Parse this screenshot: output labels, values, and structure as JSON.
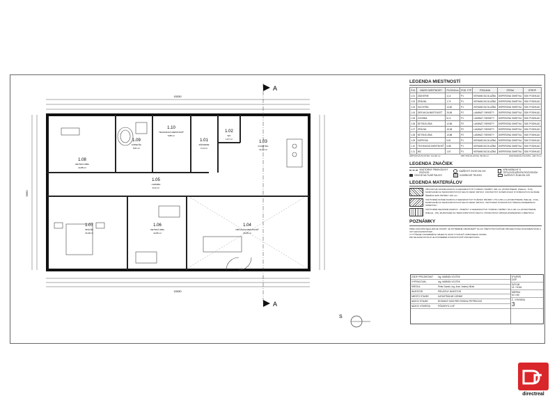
{
  "rooms": [
    {
      "num": "1.08",
      "name": "DETSKÁ IZBA",
      "area": "13,88 m²"
    },
    {
      "num": "1.09",
      "name": "KÚPEĽŇA",
      "area": "5,81 m²"
    },
    {
      "num": "1.10",
      "name": "TECHNICKÁ MIESTNOSŤ",
      "area": "5,88 m²"
    },
    {
      "num": "1.01",
      "name": "ZÁDVERIE",
      "area": "4,14 m²"
    },
    {
      "num": "1.02",
      "name": "WC",
      "area": "1,67 m²"
    },
    {
      "num": "1.03",
      "name": "KUCHYŇA",
      "area": "14,60 m²"
    },
    {
      "num": "1.05",
      "name": "CHODBA",
      "area": "8,12 m²"
    },
    {
      "num": "1.07",
      "name": "SPÁLŇA",
      "area": "15,38 m²"
    },
    {
      "num": "1.06",
      "name": "DETSKÁ IZBA",
      "area": "12,86 m²"
    },
    {
      "num": "1.04",
      "name": "OBÝVACIA MIESTNOSŤ",
      "area": "25,65 m²"
    }
  ],
  "section_marks": [
    "A",
    "A"
  ],
  "north_mark": "S",
  "dims": {
    "top_total": "15330",
    "left_total": "9950",
    "bottom_total": "15330"
  },
  "legend": {
    "rooms_title": "LEGENDA MIESTNOSTÍ",
    "table_headers": [
      "Č.M.",
      "NÁZOV MIESTNOSTI",
      "PLOCHA m²",
      "POD. TYP",
      "PODLAHA",
      "STENA",
      "STROP"
    ],
    "table_rows": [
      [
        "1.01",
        "ZÁDVERIE",
        "4,14",
        "P1",
        "KERAMICKÁ DLAŽBA",
        "DISPERZNÁ OMIETKA",
        "SDK PODHĽAD"
      ],
      [
        "1.02",
        "SPÁLŇA",
        "1,70",
        "P1",
        "KERAMICKÁ DLAŽBA",
        "DISPERZNÁ OMIETKA",
        "SDK PODHĽAD"
      ],
      [
        "1.03",
        "KUCHYŇA",
        "14,60",
        "P1",
        "KERAMICKÁ DLAŽBA",
        "DISPERZNÁ OMIETKA",
        "SDK PODHĽAD"
      ],
      [
        "1.04",
        "OBÝVACIA MIESTNOSŤ",
        "25,65",
        "P2",
        "LAMINÁT. PARKETY",
        "DISPERZNÁ OMIETKA",
        "SDK PODHĽAD"
      ],
      [
        "1.05",
        "CHODBA",
        "8,12",
        "P1",
        "LAMINÁT. PARKETY",
        "DISPERZNÁ OMIETKA",
        "SDK PODHĽAD"
      ],
      [
        "1.06",
        "DETSKÁ IZBA",
        "12,86",
        "P2",
        "LAMINÁT. PARKETY",
        "DISPERZNÁ OMIETKA",
        "SDK PODHĽAD"
      ],
      [
        "1.07",
        "SPÁLŇA",
        "15,38",
        "P2",
        "LAMINÁT. PARKETY",
        "DISPERZNÁ OMIETKA",
        "SDK PODHĽAD"
      ],
      [
        "1.08",
        "DETSKÁ IZBA",
        "13,88",
        "P2",
        "LAMINÁT. PARKETY",
        "DISPERZNÁ OMIETKA",
        "SDK PODHĽAD"
      ],
      [
        "1.09",
        "KÚPEĽŇA",
        "5,81",
        "P1",
        "KERAMICKÁ DLAŽBA",
        "DISPERZNÁ OMIETKA",
        "SDK PODHĽAD"
      ],
      [
        "1.10",
        "TECHNICKÁ MIESTNOSŤ",
        "5,88",
        "P1",
        "KERAMICKÁ DLAŽBA",
        "DISPERZNÁ OMIETKA",
        "SDK PODHĽAD"
      ],
      [
        "1.11",
        "WC",
        "1,67",
        "P1",
        "KERAMICKÁ DLAŽBA",
        "DISPERZNÁ OMIETKA",
        "SDK PODHĽAD"
      ]
    ],
    "totals": [
      "ÚŽITKOVÁ PLOCHA: 113,48 m²",
      "OBYTNÁ PLOCHA: 86,96 m²",
      "ZASTAVANÁ PLOCHA: 148,79 m²"
    ],
    "symbols_title": "LEGENDA ZNAČIEK",
    "symbols": [
      "VNÚTORNÝ PRIEKODOVÝ ROZVOD",
      "DAŽĎOVÝ ZVOD DN 100",
      "KRB MOBILNÝ S TEPLOVZDUŠNÝM ROZVODOM",
      "ODVOD NA TUHÉ PALIVO",
      "KOMÍNOVÉ TELESO",
      "DAŽĎOVÝ ŽĽAB DN 125"
    ],
    "materials_title": "LEGENDA MATERIÁLOV",
    "materials": [
      "OBVODOVÉ NOSNÉ MURIVO Z KERAMICKÝCH TVÁRNIC HRÚBKY 300 mm (POROTHERM, WIELLE - P10), MUROVANÉ NA TENKOVRSTVOVÚ MALTU RESP. DRYFIX; KONTAKTNÝ ZATEPĽOVACÍ SYSTÉM ETICS NA BÁZE ŠEDÉHO EPS HRÚBKY 160 mm",
      "VNÚTORNÉ NOSNÉ MURIVO Z KERAMICKÝCH TVÁRNIC HRÚBKY 175 A 250 mm (POROTHERM, WIELLE - P10), MUROVANÉ NA TENKOVRSTVOVÚ MALTU RESP. DRYFIX; VNÚTORNÁ POVRCHOVÁ ÚPRAVA DISPERZNOU OMIETKOU",
      "VNÚTORNÉ NENOSNÉ MURIVO - PRIEČKY Z KERAMICKÝCH TVÁRNIC HRÚBKY 80 A 100 mm (POROTHERM, WIELLE - P8), MUROVANÉ NA TENKOVRSTVOVÚ MALTU; POVRCHOVÁ ÚPRAVA DISPERZNOU OMIETKOU"
    ],
    "notes_title": "POZNÁMKY",
    "notes": [
      "PRED ZAČATÍM REALIZÁCIE STAVBY JE POTREBNÉ OBOZNÁMIŤ SA SO VŠETKÝMI ČASŤAMI PROJEKTOVEJ DOKUMENTÁCIE A ICH NADVÄZNOSŤAMI.",
      "VYTÝČENIE STAVEBNÉHO OBJEKTU MUSÍ VYKONAŤ OPRÁVNENÁ OSOBA.",
      "PRI NEJASNOSTIACH JE POTREBNÉ KONTAKTOVAŤ PROJEKTANTA."
    ]
  },
  "titleblock": {
    "rows": [
      [
        "ZODP. PROJEKTANT",
        "Ing. MARIÁN VOJTEK"
      ],
      [
        "VYPRACOVAL",
        "Ing. MARIÁN VOJTEK"
      ],
      [
        "KRESLIL",
        "Peter Danek, Ing. Arch. Andrej Vilček"
      ],
      [
        "INVESTOR",
        "PRIVÁTNY INVESTOR"
      ],
      [
        "MIESTO STAVBY",
        "KATASTRÁLNE ÚZEMIE"
      ],
      [
        "NÁZOV STAVBY",
        "RODINNÝ DOM PRE RODINU PETRÍKOVÚ"
      ],
      [
        "NÁZOV VÝKRESU",
        "PÔDORYS 1.NP"
      ]
    ],
    "side": [
      [
        "STUPEŇ",
        "DSP"
      ],
      [
        "DÁTUM",
        "11 / 2016"
      ],
      [
        "MIERKA",
        "M 1:50"
      ],
      [
        "Č. VÝKRESU",
        "3"
      ]
    ]
  },
  "logo_text": "directreal"
}
